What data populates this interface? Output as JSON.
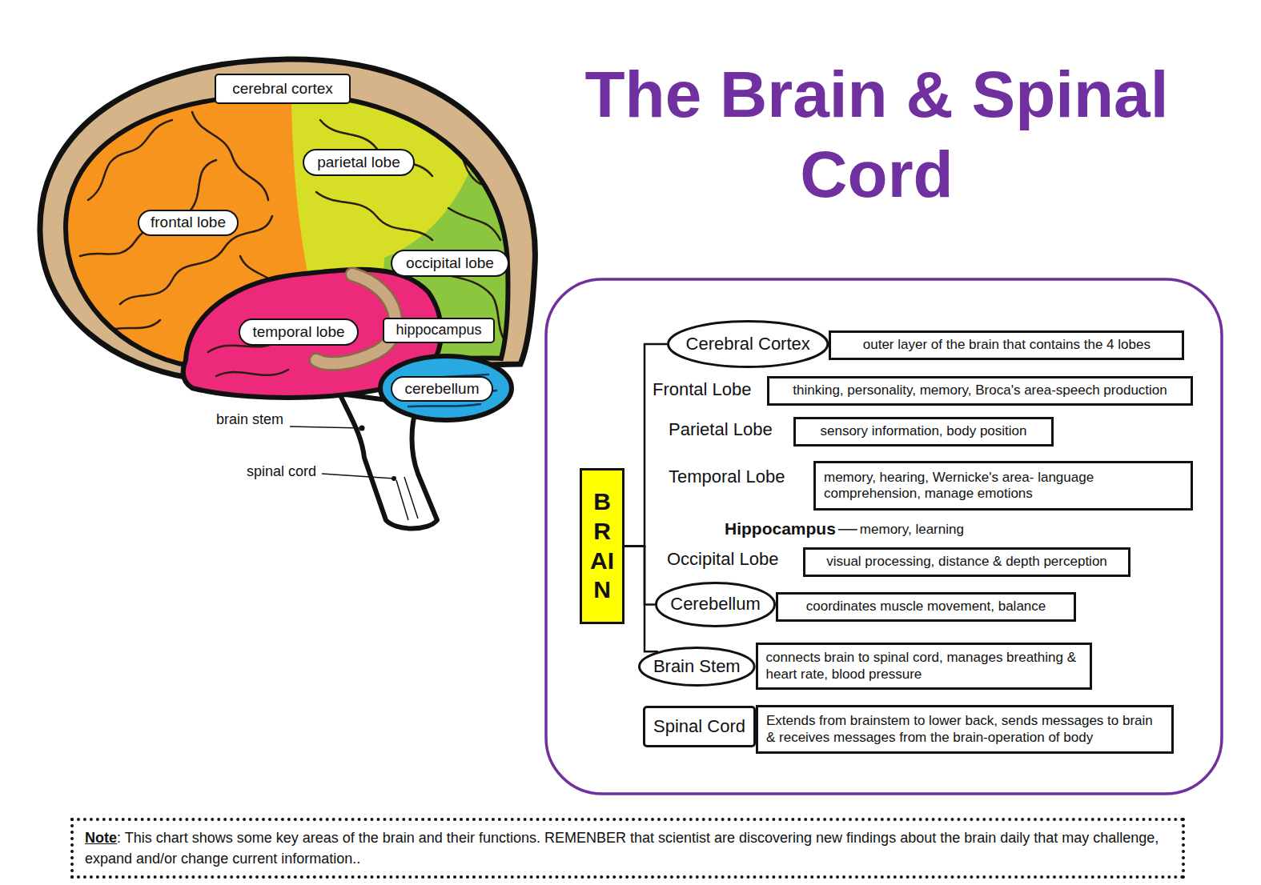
{
  "diagram": {
    "title": "The Brain & Spinal Cord",
    "nodes": [
      {
        "text": [
          "cerebral cortex"
        ]
      },
      {
        "text": [
          "parietal lobe"
        ]
      },
      {
        "text": [
          "frontal lobe"
        ]
      },
      {
        "text": [
          "occipital lobe"
        ]
      },
      {
        "text": [
          "temporal lobe"
        ]
      },
      {
        "text": [
          "hippocampus"
        ]
      },
      {
        "text": [
          "cerebellum"
        ]
      },
      {
        "text": [
          "BRAIN"
        ]
      },
      {
        "text": [
          "Cerebral Cortex"
        ]
      },
      {
        "text": [
          "outer layer of the brain that contains the 4 lobes"
        ]
      },
      {
        "text": [
          "thinking, personality, memory, Broca's area-speech production"
        ]
      },
      {
        "text": [
          "sensory information, body position"
        ]
      },
      {
        "text": [
          "memory, hearing, Wernicke's area- language comprehension, manage emotions"
        ]
      },
      {
        "text": [
          "visual processing, distance & depth perception"
        ]
      },
      {
        "text": [
          "Cerebellum"
        ]
      },
      {
        "text": [
          "coordinates muscle movement, balance"
        ]
      },
      {
        "text": [
          "Brain Stem"
        ]
      },
      {
        "text": [
          "connects brain to spinal cord, manages breathing & heart rate, blood pressure"
        ]
      },
      {
        "text": [
          "Spinal Cord"
        ]
      },
      {
        "text": [
          "Extends from brainstem to lower back, sends messages to brain & receives messages from the brain-operation of body"
        ]
      },
      {
        "text": [
          "Note",
          ": This chart shows some key areas of the brain and their functions. REMENBER that scientist are discovering new findings about the brain daily that may challenge, expand and/or change current information.."
        ]
      }
    ],
    "edges": [
      {
        "from": 7,
        "to": 8,
        "arrow": "none"
      },
      {
        "from": 7,
        "to": 14,
        "arrow": "none"
      },
      {
        "from": 7,
        "to": 16,
        "arrow": "none"
      }
    ],
    "labels": [
      "brain stem",
      "spinal cord",
      "Frontal Lobe",
      "Parietal Lobe",
      "Temporal Lobe",
      "Hippocampus",
      "memory, learning",
      "Occipital Lobe"
    ]
  }
}
